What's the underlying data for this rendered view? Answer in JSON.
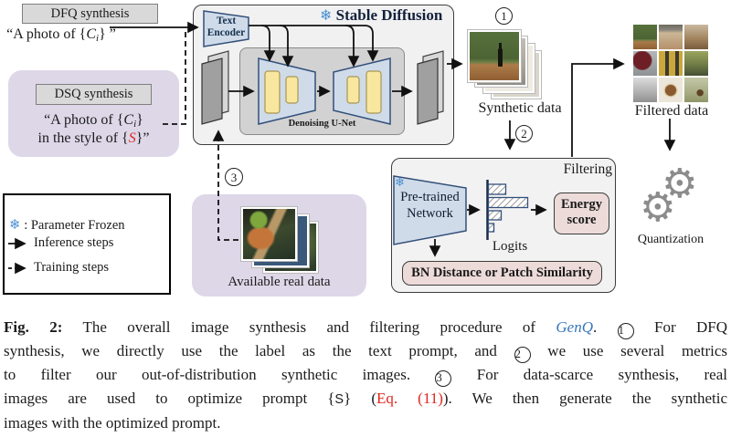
{
  "colors": {
    "accent_purple_panel": "#ddd7e8",
    "accent_blue_shape": "#cfdbe9",
    "accent_yellow_block": "#f9e7a0",
    "accent_pink_box": "#ecdbd9",
    "genq_blue": "#3a76b8",
    "eq_red": "#e0261f",
    "snowflake_blue": "#4a8fd0"
  },
  "diagram": {
    "dfq": {
      "box": "DFQ synthesis",
      "p_pre": "“A photo of {",
      "p_var": "C",
      "p_sub": "i",
      "p_post": "} ”"
    },
    "dsq": {
      "box": "DSQ synthesis",
      "l1_pre": "“A photo of {",
      "l1_var": "C",
      "l1_sub": "i",
      "l1_post": "}",
      "l2_pre": "in the style of {",
      "l2_var": "S",
      "l2_post": "}”"
    },
    "sd": {
      "title": "Stable Diffusion",
      "enc1": "Text",
      "enc2": "Encoder",
      "unet": "Denoising U-Net"
    },
    "steps": {
      "s1": "1",
      "s2": "2",
      "s3": "3"
    },
    "labels": {
      "synthetic": "Synthetic data",
      "filtered": "Filtered data",
      "real": "Available real data",
      "quant": "Quantization"
    },
    "filtering": {
      "title": "Filtering",
      "net1": "Pre-trained",
      "net2": "Network",
      "logits": "Logits",
      "energy1": "Energy",
      "energy2": "score",
      "bn": "BN Distance or Patch Similarity",
      "logits_bars": [
        19,
        43,
        14,
        6
      ]
    },
    "legend": {
      "frozen": ": Parameter Frozen",
      "inference": "Inference steps",
      "training": "Training steps"
    },
    "icons": {
      "snowflake": "❄",
      "gear": "⚙"
    }
  },
  "caption": {
    "fig": "Fig. 2:",
    "l1a": " The overall image synthesis and filtering procedure of ",
    "genq": "GenQ",
    "l1b": ". ",
    "n1": "1",
    "l1c": " For DFQ",
    "l2a": "synthesis, we directly use the label as the text prompt, and ",
    "n2": "2",
    "l2b": " we use several metrics",
    "l3a": "to filter our out-of-distribution synthetic images. ",
    "n3": "3",
    "l3b": " For data-scarce synthesis, real",
    "l4a": "images are used to optimize prompt {",
    "l4s": "S",
    "l4b": "} (",
    "eq": "Eq. (11)",
    "l4c": "). We then generate the synthetic",
    "l5": "images with the optimized prompt."
  }
}
